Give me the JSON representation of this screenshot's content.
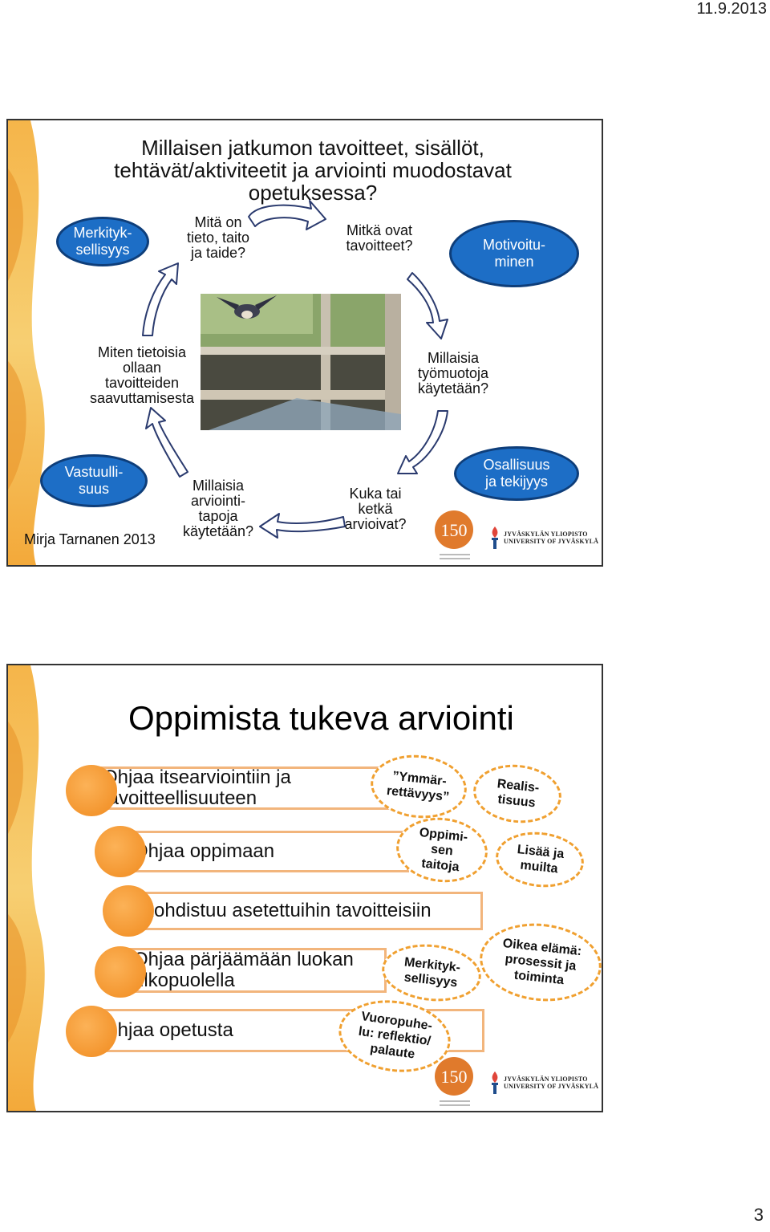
{
  "header": {
    "date": "11.9.2013"
  },
  "slide1": {
    "title_lines": [
      "Millaisen jatkumon tavoitteet, sisällöt,",
      "tehtävät/aktiviteetit ja arviointi muodostavat",
      "opetuksessa?"
    ],
    "ovals": {
      "merkityksellisyys": "Merkityk-\nsellisyys",
      "motivoituminen": "Motivoitu-\nminen",
      "vastuullisuus": "Vastuulli-\nsuus",
      "osallisuus": "Osallisuus\nja tekijyys"
    },
    "cycle": {
      "q1": "Mitä on\ntieto, taito\nja taide?",
      "q2": "Mitkä ovat\ntavoitteet?",
      "q3": "Millaisia\ntyömuotoja\nkäytetään?",
      "q4": "Kuka tai\nketkä\narvioivat?",
      "q5": "Millaisia\narviointi-\ntapoja\nkäytetään?",
      "q6": "Miten tietoisia\nollaan\ntavoitteiden\nsaavuttamisesta"
    },
    "author": "Mirja Tarnanen 2013",
    "logos": {
      "anniversary": "150",
      "university_line1": "JYVÄSKYLÄN YLIOPISTO",
      "university_line2": "UNIVERSITY OF JYVÄSKYLÄ"
    }
  },
  "slide2": {
    "title": "Oppimista tukeva arviointi",
    "bands": [
      "Ohjaa itsearviointiin ja\ntavoitteellisuuteen",
      "Ohjaa oppimaan",
      "Kohdistuu asetettuihin tavoitteisiin",
      "Ohjaa pärjäämään luokan\nulkopuolella",
      "Ohjaa opetusta"
    ],
    "bubbles": [
      "”Ymmär-\nrettävyys”",
      "Realis-\ntisuus",
      "Oppimi-\nsen\ntaitoja",
      "Lisää ja\nmuilta",
      "Merkityk-\nsellisyys",
      "Oikea elämä:\nprosessit ja\ntoiminta",
      "Vuoropuhe-\nlu: reflektio/\npalaute"
    ],
    "logos": {
      "anniversary": "150",
      "university_line1": "JYVÄSKYLÄN YLIOPISTO",
      "university_line2": "UNIVERSITY OF JYVÄSKYLÄ"
    }
  },
  "footer": {
    "page_number": "3"
  },
  "colors": {
    "oval_fill": "#1d6ec6",
    "accent_orange": "#f08a1e",
    "band_border": "#f2b57c",
    "bubble_dash": "#f0a030"
  }
}
